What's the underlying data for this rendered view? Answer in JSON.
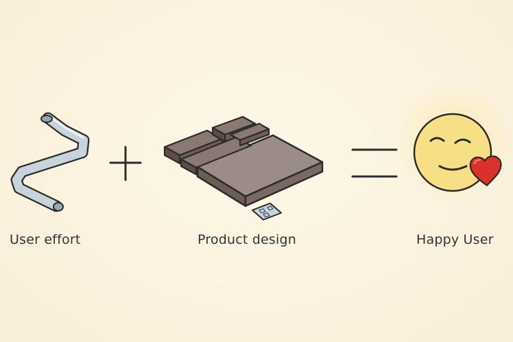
{
  "labels": {
    "user_effort": "User effort",
    "product_design": "Product design",
    "happy_user": "Happy User"
  },
  "operators": {
    "plus": "+",
    "equals": "="
  },
  "colors": {
    "background": "#fbf6ea",
    "wrench": "#c9d3dc",
    "furniture_board": "#8f7f7a",
    "furniture_slats": "#6d5b55",
    "smiley_face": "#f7df86",
    "heart": "#d9322a",
    "ink": "#2b2b2b"
  },
  "icons": [
    "allen-key-icon",
    "flat-pack-furniture-icon",
    "smiley-face-icon",
    "heart-icon"
  ]
}
